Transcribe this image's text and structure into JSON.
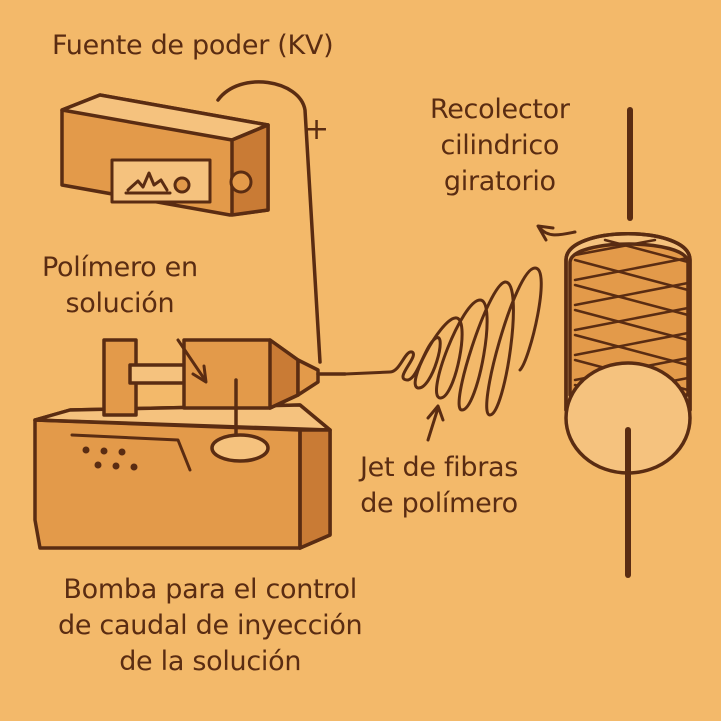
{
  "labels": {
    "power_supply": "Fuente de poder (KV)",
    "polarity": "+",
    "polymer_line1": "Polímero en",
    "polymer_line2": "solución",
    "collector_line1": "Recolector",
    "collector_line2": "cilindrico",
    "collector_line3": "giratorio",
    "jet_line1": "Jet de fibras",
    "jet_line2": "de polímero",
    "pump_line1": "Bomba para el control",
    "pump_line2": "de caudal de inyección",
    "pump_line3": "de la solución"
  },
  "colors": {
    "background": "#f3b96a",
    "outline": "#5a2c12",
    "device_fill": "#e39a4a",
    "device_light": "#f5c27e",
    "device_shadow": "#c97b35"
  }
}
